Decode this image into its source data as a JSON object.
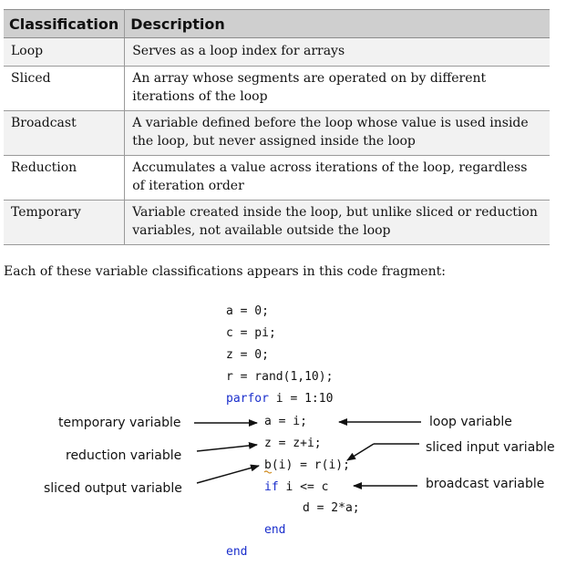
{
  "table": {
    "headers": [
      "Classification",
      "Description"
    ],
    "rows": [
      {
        "classification": "Loop",
        "description": "Serves as a loop index for arrays"
      },
      {
        "classification": "Sliced",
        "description": "An array whose segments are operated on by different iterations of the loop"
      },
      {
        "classification": "Broadcast",
        "description": "A variable defined before the loop whose value is used inside the loop, but never assigned inside the loop"
      },
      {
        "classification": "Reduction",
        "description": "Accumulates a value across iterations of the loop, regardless of iteration order"
      },
      {
        "classification": "Temporary",
        "description": "Variable created inside the loop, but unlike sliced or reduction variables, not available outside the loop"
      }
    ]
  },
  "intro": "Each of these variable classifications appears in this code fragment:",
  "code": {
    "line1": "a = 0;",
    "line2": "c = pi;",
    "line3": "z = 0;",
    "line4": "r = rand(1,10);",
    "line5_kw": "parfor",
    "line5_rest": " i = 1:10",
    "line6": "a = i;",
    "line7": "z = z+i;",
    "line8": "b(i) = r(i);",
    "line9_kw": "if",
    "line9_rest": " i <= c",
    "line10": "d = 2*a;",
    "line11": "end",
    "line12": "end"
  },
  "labels": {
    "temporary": "temporary variable",
    "reduction": "reduction variable",
    "sliced_output": "sliced output variable",
    "loop": "loop variable",
    "sliced_input": "sliced input variable",
    "broadcast": "broadcast variable"
  },
  "colors": {
    "keyword": "#1a2ecc",
    "header_bg": "#cfcfcf",
    "alt_row_bg": "#f2f2f2"
  }
}
